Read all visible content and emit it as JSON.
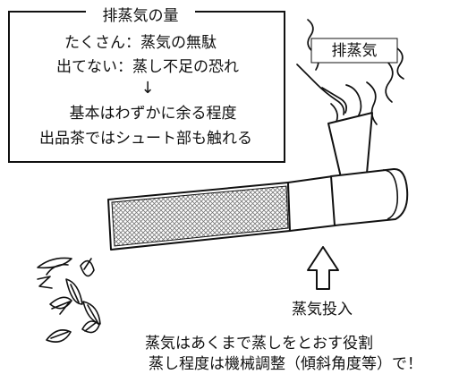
{
  "note_box": {
    "title": "排蒸気の量",
    "lines": [
      "たくさん：蒸気の無駄",
      "出てない：蒸し不足の恐れ",
      "↓",
      "基本はわずかに余る程度",
      "出品茶ではシュート部も触れる"
    ]
  },
  "labels": {
    "exhaust": "排蒸気",
    "steam_input": "蒸気投入",
    "bottom_line_1": "蒸気はあくまで蒸しをとおす役割",
    "bottom_line_2": "蒸し程度は機械調整（傾斜角度等）で！"
  },
  "colors": {
    "ink": "#111111",
    "paper": "#ffffff",
    "hatch": "#777777"
  }
}
